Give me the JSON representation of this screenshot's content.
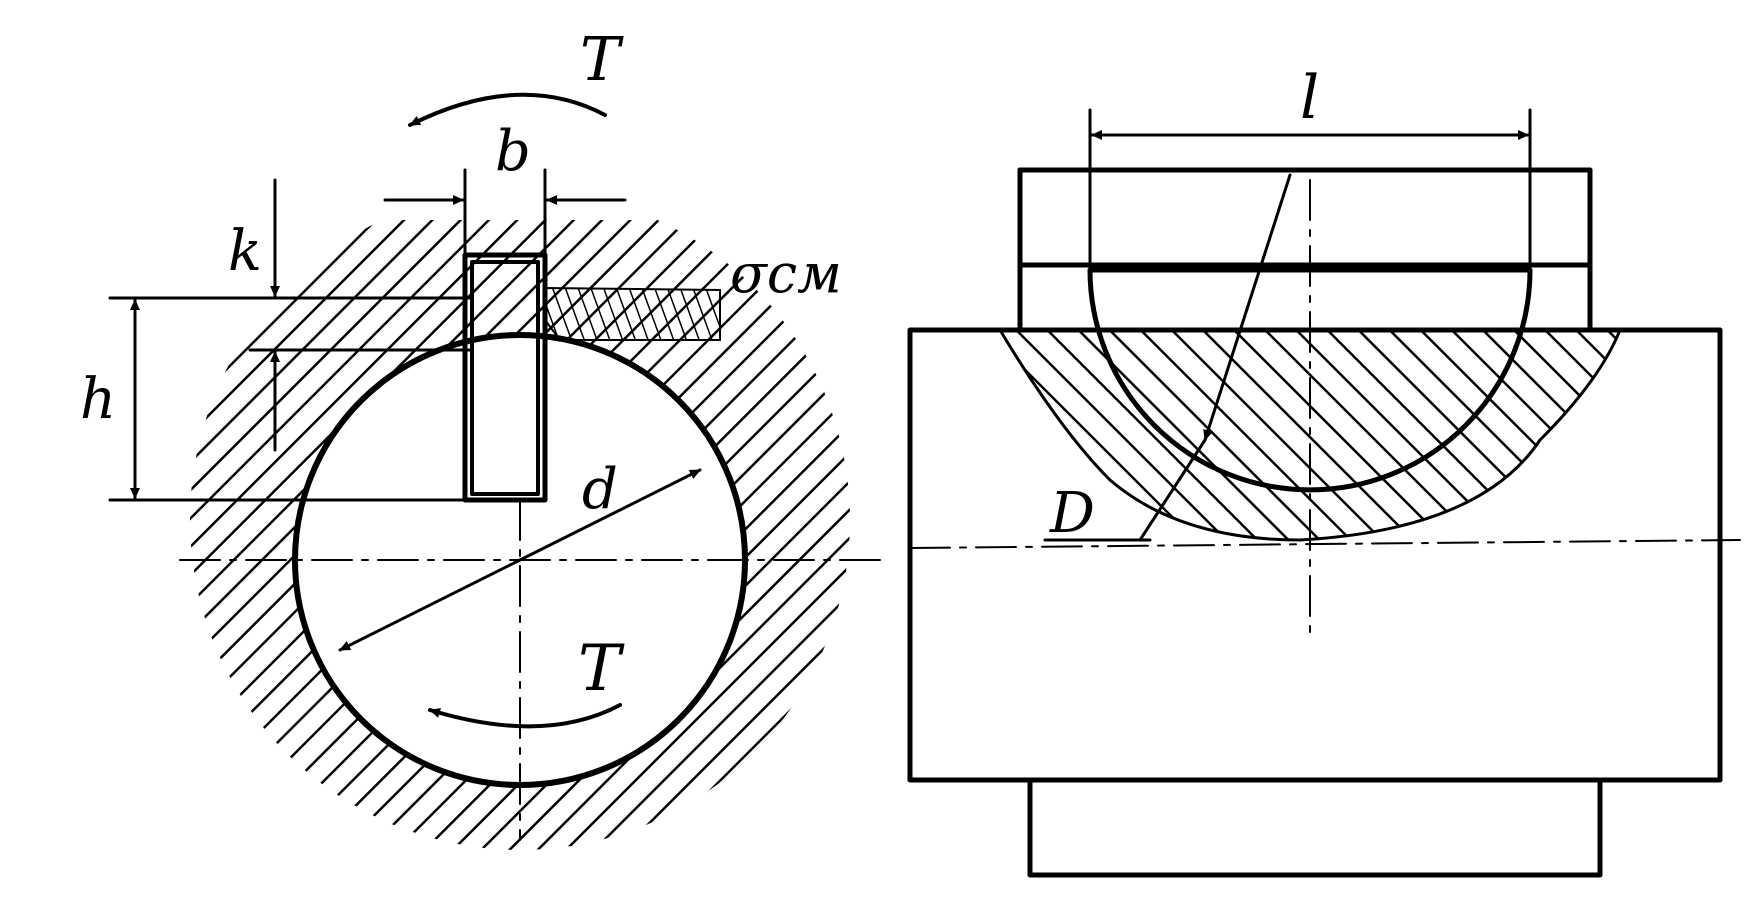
{
  "labels": {
    "torque_top": "T",
    "key_width": "b",
    "depth_k": "k",
    "bearing_stress": "σсм",
    "key_height": "h",
    "shaft_diameter": "d",
    "torque_shaft": "T",
    "key_length": "l",
    "segment_diameter": "D"
  },
  "colors": {
    "ink": "#000000",
    "paper": "#ffffff"
  }
}
